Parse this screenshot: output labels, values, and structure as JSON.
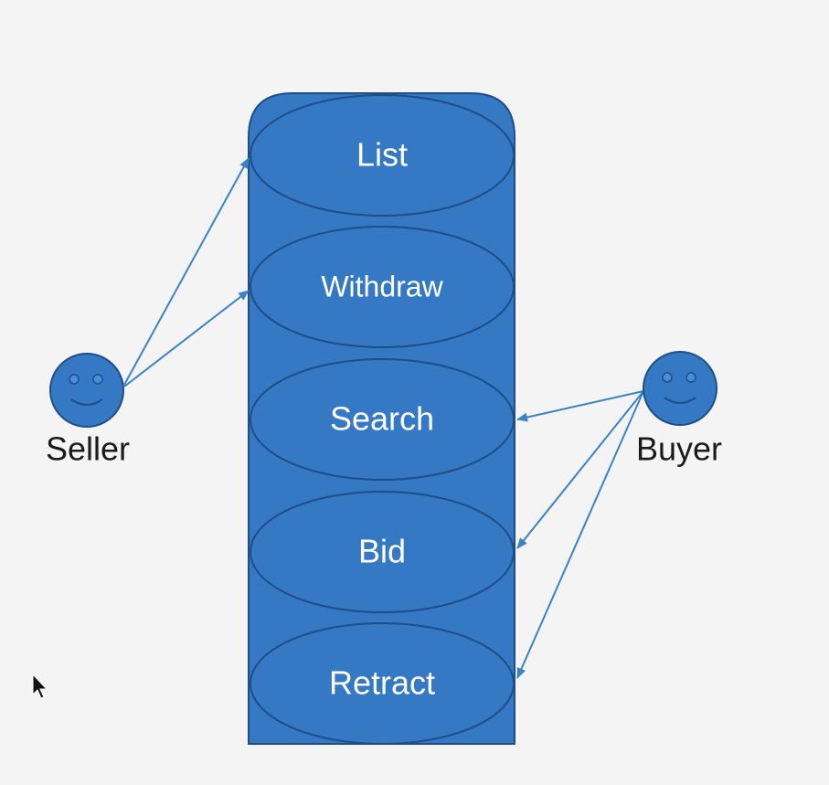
{
  "diagram": {
    "type": "use-case",
    "system": {
      "use_cases": [
        {
          "id": "list",
          "label": "List"
        },
        {
          "id": "withdraw",
          "label": "Withdraw"
        },
        {
          "id": "search",
          "label": "Search"
        },
        {
          "id": "bid",
          "label": "Bid"
        },
        {
          "id": "retract",
          "label": "Retract"
        }
      ]
    },
    "actors": [
      {
        "id": "seller",
        "label": "Seller",
        "connects_to": [
          "list",
          "withdraw"
        ]
      },
      {
        "id": "buyer",
        "label": "Buyer",
        "connects_to": [
          "search",
          "bid",
          "retract"
        ]
      }
    ],
    "colors": {
      "fill": "#3579c4",
      "stroke": "#1f4d88",
      "line": "#3a82c8",
      "text": "#ffffff",
      "actor_text": "#1a1a1a",
      "background": "#f4f4f4"
    }
  }
}
